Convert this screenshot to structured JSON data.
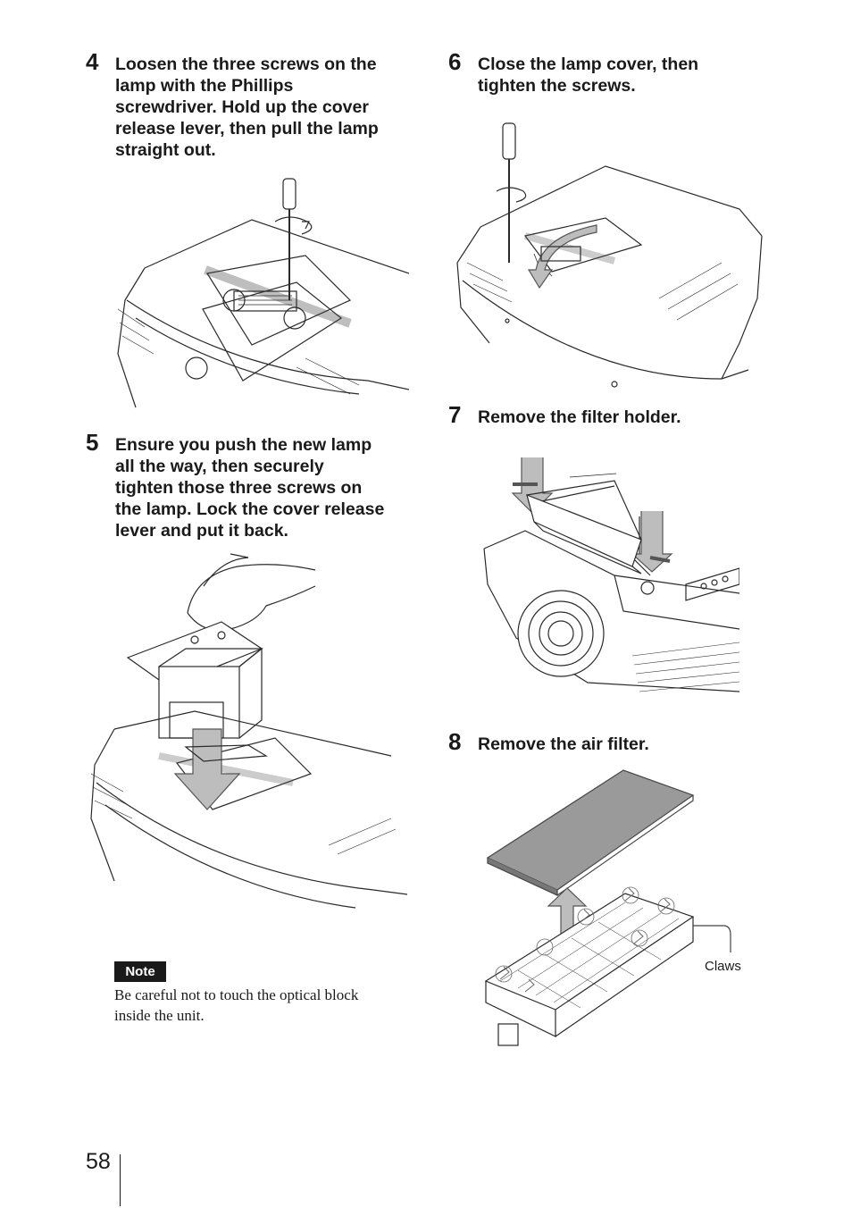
{
  "steps": [
    {
      "number": "4",
      "text": "Loosen the three screws on the\nlamp with the Phillips\nscrewdriver. Hold up the cover\nrelease lever, then pull the lamp\nstraight out."
    },
    {
      "number": "5",
      "text": "Ensure you push the new lamp\nall the way, then securely\ntighten those three screws on\nthe lamp. Lock the cover release\nlever and put it back."
    },
    {
      "number": "6",
      "text": "Close the lamp cover, then\ntighten the screws."
    },
    {
      "number": "7",
      "text": "Remove the filter holder."
    },
    {
      "number": "8",
      "text": "Remove the air filter."
    }
  ],
  "note": {
    "label": "Note",
    "text": "Be careful not to touch the optical block\ninside the unit."
  },
  "figures": {
    "air_filter": {
      "callout": "Claws"
    }
  },
  "page": {
    "number": "58"
  },
  "colors": {
    "text": "#1a1a1a",
    "arrow_fill": "#bdbdbd",
    "filter_fill": "#9a9a9a",
    "line": "#2a2a2a"
  }
}
